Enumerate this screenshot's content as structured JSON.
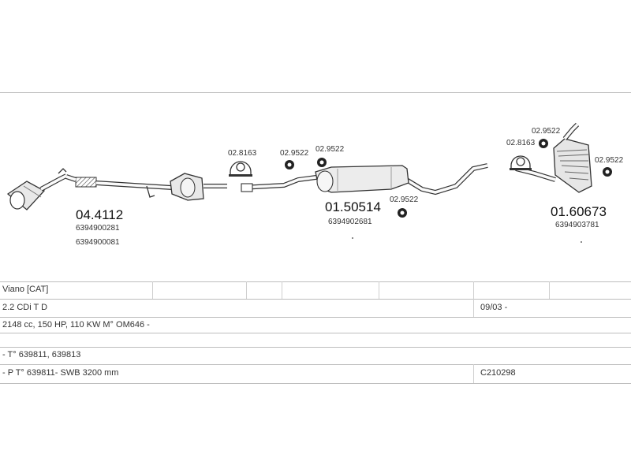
{
  "diagram": {
    "parts": [
      {
        "code": "04.4112",
        "refs": [
          "6394900281",
          "6394900081"
        ]
      },
      {
        "code": "01.50514",
        "refs": [
          "6394902681"
        ]
      },
      {
        "code": "01.60673",
        "refs": [
          "6394903781"
        ]
      }
    ],
    "fittings": {
      "clamp_left": "02.8163",
      "hanger_mid_a": "02.9522",
      "hanger_mid_b": "02.9522",
      "hanger_mid_c": "02.9522",
      "clamp_right": "02.8163",
      "hanger_right_a": "02.9522",
      "hanger_right_b": "02.9522"
    }
  },
  "table": {
    "model": "Viano [CAT]",
    "engine": "2.2 CDi T D",
    "date_from": "09/03 -",
    "spec": "2148 cc, 150 HP, 110 KW M° OM646 -",
    "type_line": "- T° 639811, 639813",
    "variant": "- P T° 639811- SWB 3200 mm",
    "catalog_code": "C210298"
  }
}
